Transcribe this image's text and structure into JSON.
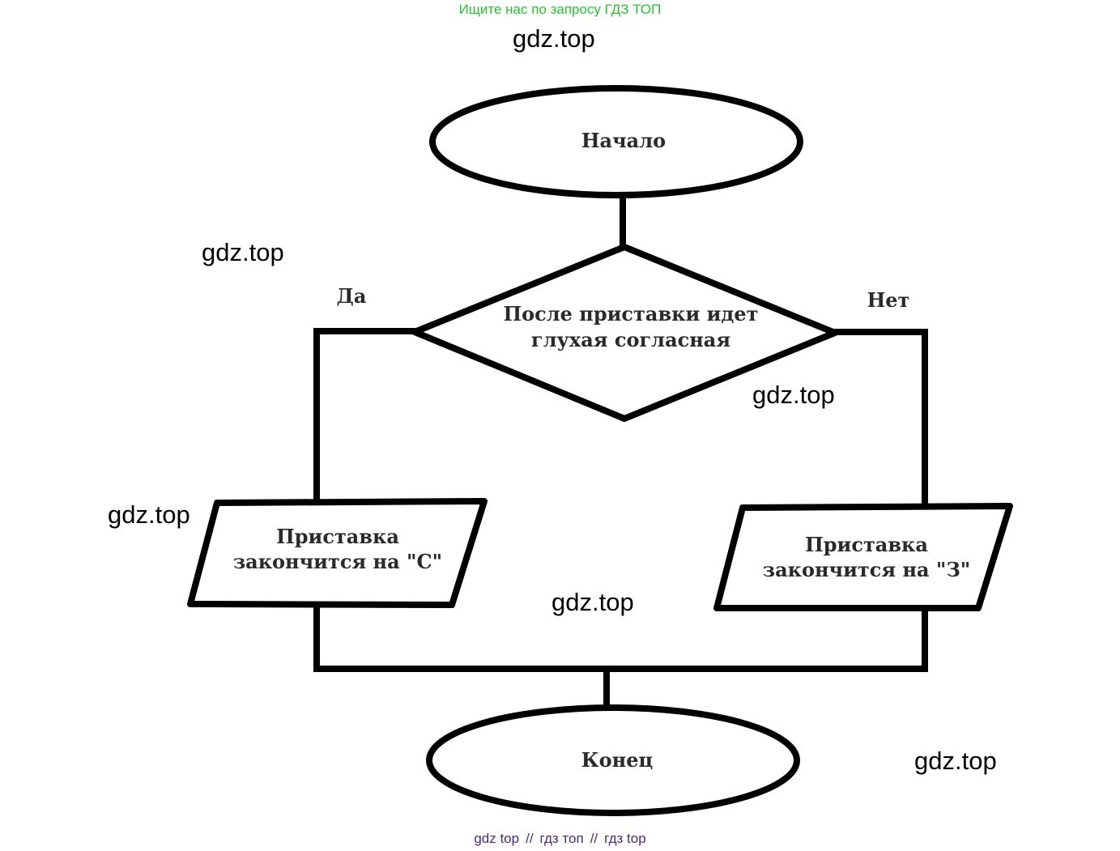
{
  "banner": {
    "text": "Ищите нас по запросу ГДЗ ТОП"
  },
  "watermarks": [
    "gdz.top",
    "gdz.top",
    "gdz.top",
    "gdz.top",
    "gdz.top",
    "gdz.top"
  ],
  "flowchart": {
    "start": "Начало",
    "decision": {
      "line1": "После приставки идет",
      "line2": "глухая согласная"
    },
    "yes_label": "Да",
    "no_label": "Нет",
    "yes_output": {
      "line1": "Приставка",
      "line2": "закончится на \"С\""
    },
    "no_output": {
      "line1": "Приставка",
      "line2": "закончится на \"З\""
    },
    "end": "Конец"
  },
  "footer": {
    "link1": "gdz top",
    "link2": "гдз топ",
    "link3": "гдз top",
    "separator": "//"
  }
}
